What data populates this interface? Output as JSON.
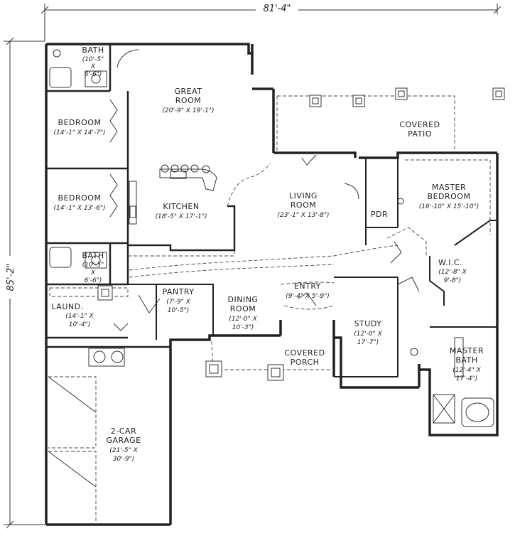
{
  "dimensions": {
    "overall_width": "81'-4\"",
    "overall_depth": "85'-2\""
  },
  "rooms": {
    "bath1": {
      "name": "BATH",
      "size_a": "(10'-5\"",
      "size_b": "X",
      "size_c": "6'-6\")"
    },
    "bedroom1": {
      "name": "BEDROOM",
      "size": "(14'-1\" X 14'-7\")"
    },
    "bedroom2": {
      "name": "BEDROOM",
      "size": "(14'-1\" X 13'-6\")"
    },
    "bath2": {
      "name": "BATH",
      "size_a": "(10'-5\"",
      "size_b": "X",
      "size_c": "6'-6\")"
    },
    "laundry": {
      "name": "LAUND.",
      "size_a": "(14'-1\" X",
      "size_b": "10'-4\")"
    },
    "great_room": {
      "name_a": "GREAT",
      "name_b": "ROOM",
      "size": "(20'-9\" X 19'-1\")"
    },
    "kitchen": {
      "name": "KITCHEN",
      "size": "(18'-5\" X 17'-1\")"
    },
    "covered_patio": {
      "name_a": "COVERED",
      "name_b": "PATIO"
    },
    "living_room": {
      "name_a": "LIVING",
      "name_b": "ROOM",
      "size": "(23'-1\" X 13'-8\")"
    },
    "pdr": {
      "name": "PDR"
    },
    "master_bedroom": {
      "name_a": "MASTER",
      "name_b": "BEDROOM",
      "size": "(16'-10\" X 15'-10\")"
    },
    "wic": {
      "name": "W.I.C.",
      "size_a": "(12'-8\" X",
      "size_b": "9'-8\")"
    },
    "pantry": {
      "name": "PANTRY",
      "size_a": "(7'-9\" X",
      "size_b": "10'-5\")"
    },
    "dining_room": {
      "name_a": "DINING",
      "name_b": "ROOM",
      "size_a": "(12'-0\" X",
      "size_b": "10'-3\")"
    },
    "entry": {
      "name": "ENTRY",
      "size": "(9'-4\" X 5'-9\")"
    },
    "study": {
      "name": "STUDY",
      "size_a": "(12'-0\" X",
      "size_b": "17'-7\")"
    },
    "master_bath": {
      "name_a": "MASTER",
      "name_b": "BATH",
      "size_a": "(12'-4\" X",
      "size_b": "17'-4\")"
    },
    "covered_porch": {
      "name_a": "COVERED",
      "name_b": "PORCH"
    },
    "garage": {
      "name_a": "2-CAR",
      "name_b": "GARAGE",
      "size_a": "(21'-5\" X",
      "size_b": "30'-9\")"
    }
  },
  "colors": {
    "line": "#222222",
    "background": "#ffffff"
  }
}
